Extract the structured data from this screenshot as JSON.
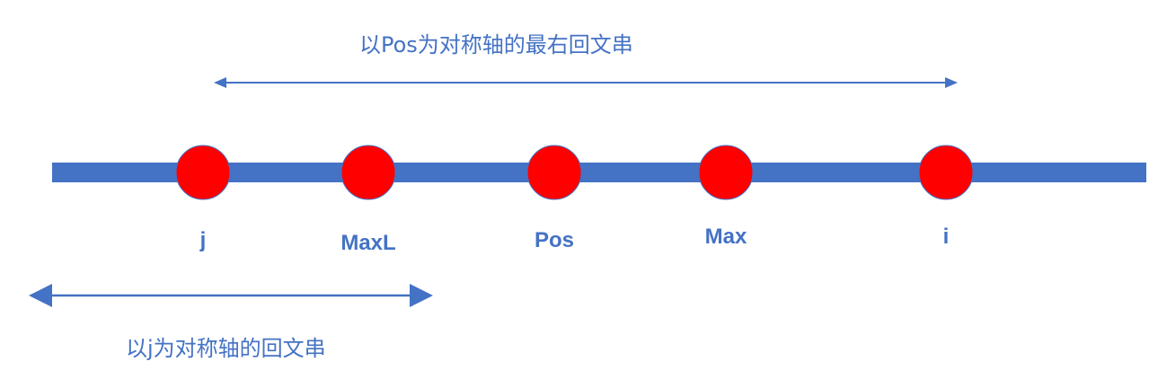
{
  "annotations": {
    "pos_palindrome": "以Pos为对称轴的最右回文串",
    "j_palindrome": "以j为对称轴的回文串"
  },
  "points": [
    {
      "label": "j"
    },
    {
      "label": "MaxL"
    },
    {
      "label": "Pos"
    },
    {
      "label": "Max"
    },
    {
      "label": "i"
    }
  ],
  "colors": {
    "line": "#4472C4",
    "point": "#FF0000",
    "text": "#4472C4"
  }
}
